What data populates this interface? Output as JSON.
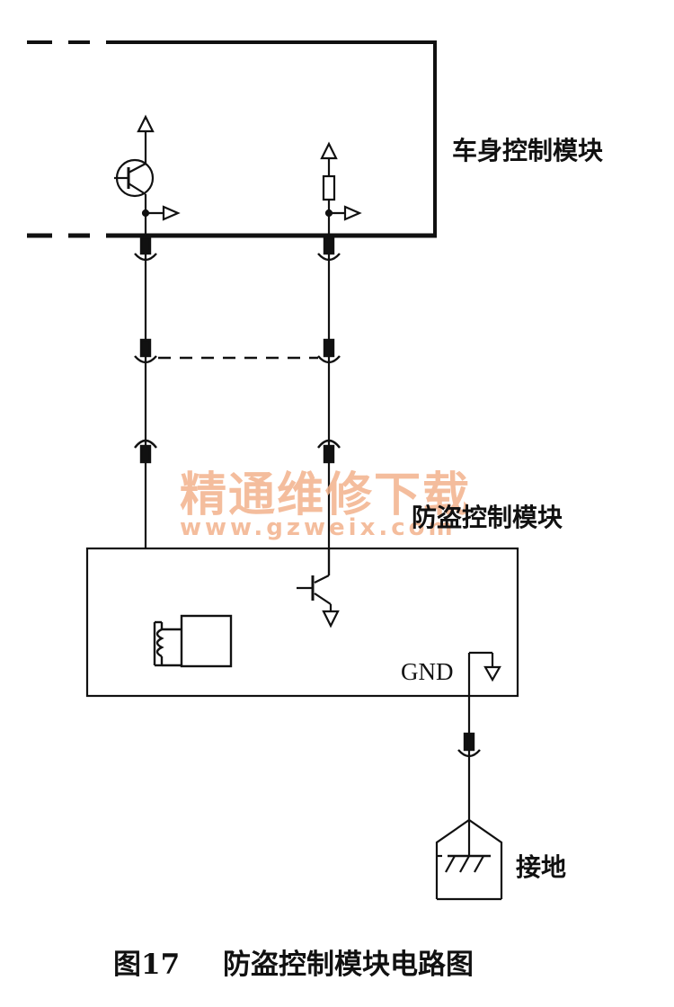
{
  "labels": {
    "body_module": "车身控制模块",
    "antitheft_module": "防盗控制模块",
    "gnd": "GND",
    "ground": "接地"
  },
  "watermark": {
    "cn": "精通维修下载",
    "url": "www.gzweix.com"
  },
  "caption": {
    "figure_no": "图17",
    "title": "防盗控制模块电路图"
  }
}
